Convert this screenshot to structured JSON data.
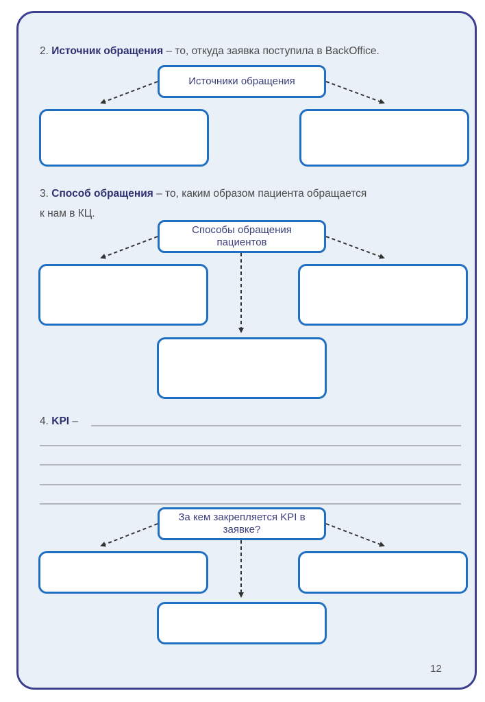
{
  "section2": {
    "number": "2.",
    "term": "Источник обращения",
    "definition": " – то, откуда заявка поступила в BackOffice.",
    "diagram_title": "Источники обращения"
  },
  "section3": {
    "number": "3.",
    "term": "Способ обращения",
    "definition_line1": " – то, каким образом пациента обращается",
    "definition_line2": "к нам в КЦ.",
    "diagram_title": "Способы обращения пациентов"
  },
  "section4": {
    "number": "4.",
    "term": "KPI",
    "dash": " –",
    "diagram_title": "За кем закрепляется KPI в заявке?"
  },
  "page_number": "12",
  "colors": {
    "frame_border": "#3b3f8f",
    "page_background": "#eaf0f8",
    "box_border": "#1f6fc2",
    "heading_term": "#2e3170"
  }
}
